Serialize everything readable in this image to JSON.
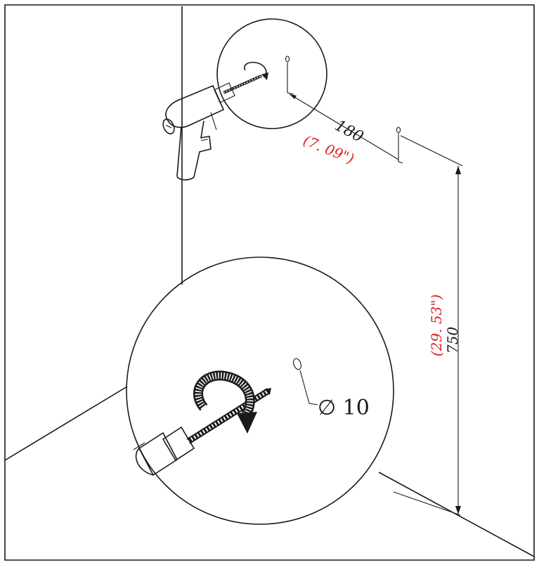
{
  "dimensions": {
    "horizontal": {
      "value": "180",
      "inches": "(7. 09\")"
    },
    "vertical": {
      "value": "750",
      "inches": "(29. 53\")"
    },
    "hole_diameter": "∅ 10"
  },
  "colors": {
    "line": "#1a1a1a",
    "accent": "#e02020",
    "background": "#ffffff"
  },
  "icons": [
    "drill-icon",
    "drill-bit-icon",
    "rotation-arrow-icon"
  ]
}
